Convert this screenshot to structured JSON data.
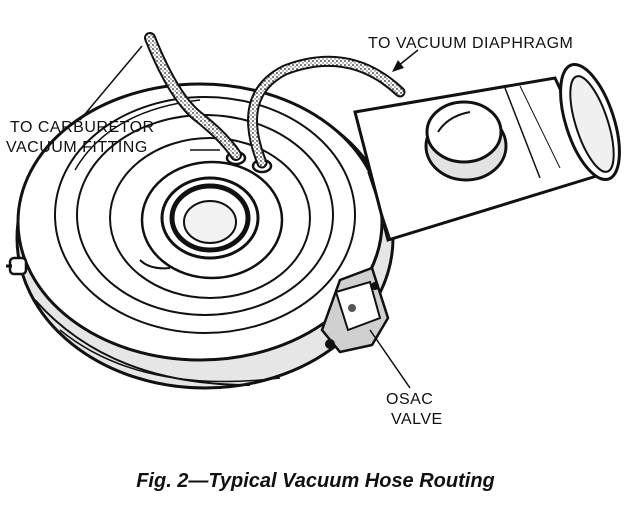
{
  "labels": {
    "vacuum_diaphragm": "TO VACUUM DIAPHRAGM",
    "carburetor_line1": "TO CARBURETOR",
    "carburetor_line2": "VACUUM FITTING",
    "osac_line1": "OSAC",
    "osac_line2": "VALVE"
  },
  "caption": "Fig. 2—Typical Vacuum Hose Routing",
  "colors": {
    "ink": "#111111",
    "shade": "#d9d9d9",
    "paper": "#ffffff"
  }
}
